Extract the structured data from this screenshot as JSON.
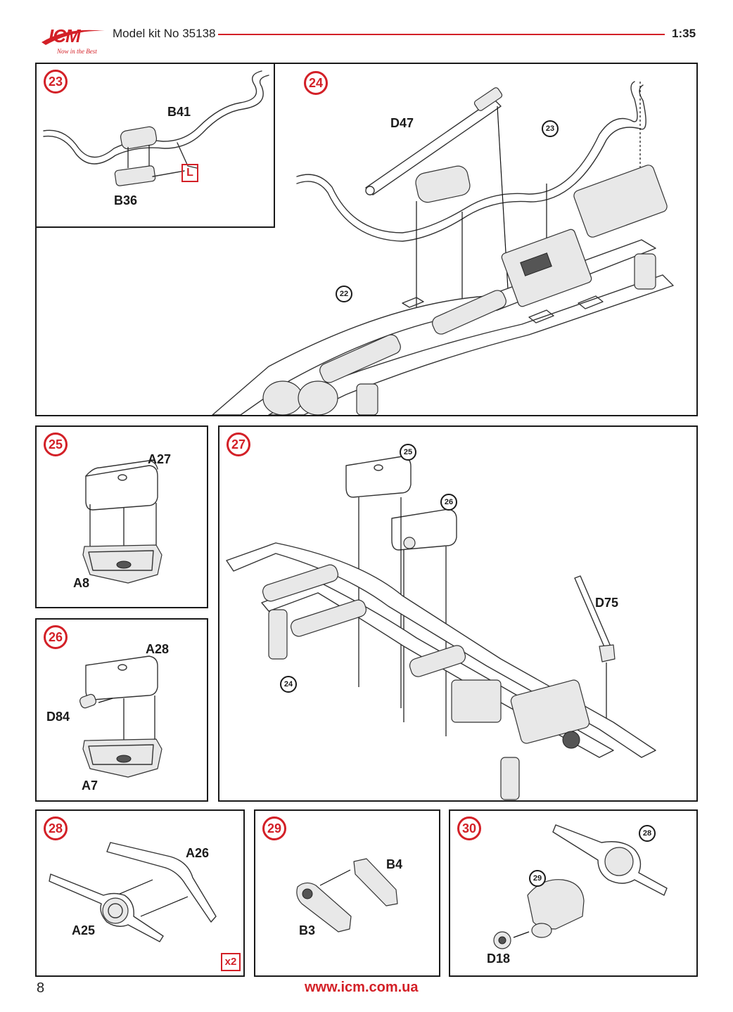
{
  "header": {
    "brand": "ICM",
    "tagline": "Now in the Best",
    "title": "Model kit No 35138",
    "scale": "1:35",
    "accent_color": "#d32027"
  },
  "steps": {
    "s23": {
      "number": "23",
      "labels": {
        "b41": "B41",
        "b36": "B36",
        "l": "L"
      }
    },
    "s24": {
      "number": "24",
      "labels": {
        "d47": "D47"
      },
      "refs": {
        "r23": "23",
        "r22": "22"
      }
    },
    "s25": {
      "number": "25",
      "labels": {
        "a27": "A27",
        "a8": "A8"
      }
    },
    "s26": {
      "number": "26",
      "labels": {
        "a28": "A28",
        "d84": "D84",
        "a7": "A7"
      }
    },
    "s27": {
      "number": "27",
      "labels": {
        "d75": "D75"
      },
      "refs": {
        "r25": "25",
        "r26": "26",
        "r24": "24"
      }
    },
    "s28": {
      "number": "28",
      "labels": {
        "a26": "A26",
        "a25": "A25"
      },
      "multiplier": "x2"
    },
    "s29": {
      "number": "29",
      "labels": {
        "b4": "B4",
        "b3": "B3"
      }
    },
    "s30": {
      "number": "30",
      "labels": {
        "d18": "D18"
      },
      "refs": {
        "r28": "28",
        "r29": "29"
      }
    }
  },
  "footer": {
    "page_number": "8",
    "url": "www.icm.com.ua"
  }
}
